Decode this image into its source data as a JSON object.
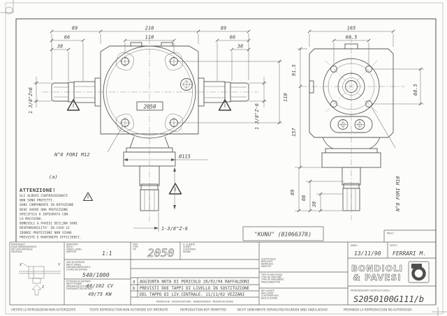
{
  "front_view": {
    "label": "2050",
    "dims": {
      "d89l": "89",
      "d210": "210",
      "d89r": "89",
      "d66l": "66",
      "d110": "110",
      "d66r": "66",
      "d38l": "38",
      "d38r": "38",
      "left_spline": "1 3/8\"Z=6",
      "right_spline": "1 3/8\"Z-6",
      "right_110": "110",
      "bottom_spline": "1-3/8\"Z-6",
      "flange_dia": "Ø115",
      "holes_note": "N°8 FORI M12"
    }
  },
  "side_view": {
    "dims": {
      "d165": "165",
      "d68_5_top": "68.5",
      "d91_5": "91.5",
      "d157": "157",
      "d89": "89",
      "d66": "66",
      "d38": "38",
      "d68_5_right": "68.5",
      "holes_note": "N°8 FORI M10"
    }
  },
  "warning": {
    "note": "(a)",
    "title": "ATTENZIONE!",
    "lines": [
      "GLI ALBERI CONTRASSEGNATI",
      "NON SONO PROTETTI.",
      "OGNI COMPONENTE IN ROTAZIONE",
      "DEVE AVERE UNA PROTEZIONE",
      "SPECIFICA O INTEGRATA CON",
      "LA MACCHINA.",
      "BONDIOLI & PAVESI DECLINA OGNI",
      "RESPONSABILITA' IN CASO LE",
      "IDONEE PROTEZIONI NON SIANO",
      "PREVISTE E MANTENUTE EFFICIENTI."
    ]
  },
  "kunu_label": "\"KUNU\" (B1066378)",
  "title_block": {
    "montaggio": {
      "lines": [
        "MONTAGGIO",
        "GEAR ARRANGEMENTS",
        "ART DER MONTAGE",
        "MONTAGE"
      ],
      "axes": {
        "x": "X",
        "y": "Y",
        "z": "Z"
      }
    },
    "rapporto": {
      "lines": [
        "RAPPORTO",
        "RATIO",
        "UBERS.-VERH.",
        "RAPPORT"
      ],
      "value": "1:1"
    },
    "giri": {
      "lines": [
        "GIRI IN ENTRATA",
        "INPUT SPEED",
        "EINGANGSDREHZAHL",
        "TOURS EN ENTREE"
      ],
      "value": "540/1000"
    },
    "potenza": {
      "lines": [
        "POTENZA IN ENTRATA",
        "INPUT POWER",
        "EINGANGSLEISTUNG",
        "PUISSANCE EN ENTREE"
      ],
      "value1": "66/102 CV",
      "value2": "49/75 KW"
    },
    "tipo": {
      "lines": [
        "TIPO",
        "TYPE",
        "TIP"
      ],
      "value": "2050"
    },
    "cliente": {
      "lines": [
        "IL CLIENTE",
        "CLIENT",
        "CUSTOMER",
        "KUNDE"
      ]
    },
    "sostituisce": {
      "lines": [
        "SOSTITUISCE",
        "REPLACES",
        "REMPLACE",
        "ERSETZT"
      ]
    },
    "macchina": {
      "lines": [
        "TIPO DI MACCHINA",
        "TYPE DE MACHINE",
        "TYPE OF IMPLEMENT",
        "MASCHINENTYPE"
      ]
    },
    "rif": {
      "lines": [
        "RIF.CLIENTE",
        "REF.CLIENT",
        "CUSTOMER REF.",
        "BEZUG KUNDE"
      ]
    },
    "revisions": {
      "a_marker": "a",
      "a_text": "AGGIUNTA NOTA DI PERICOLO 26/02/94 RAFFALDONI",
      "b_marker": "b",
      "b_text": "PREVISTI DUE TAPPI DI LIVELLO IN SOSTITUZIONE",
      "b_text2": "DEL TAPPO DI LIV.CENTRALE.  11/11/02 VEZZANI",
      "footer": "MODIFICHE - MODIFICATIONS - ANDERUNGEN - MODIFICACIONES"
    },
    "peso_label": "PESO :",
    "data_label": "DATA :",
    "data_value": "13/11/90",
    "visto_label": "VISTO :",
    "visto_value": "FERRARI M.",
    "logo_line1": "BONDIOLI",
    "logo_line2": "& PAVESI",
    "codice_label": "MONODISEGNO SCATOLA  Codice :",
    "codice_value": "S2050100G111/b"
  },
  "footer_strip": [
    "VIETATE LE RIPRODUZIONI NON AUTORIZZATE",
    "TOUTE REPRODUCTION NON AUTORISEE EST INTERDITE",
    "REPRODUCTION NOT PERMITTED",
    "NICHT GENEHMIGTE VERVIELFAELTIGUNGEN SIND UNZULAESSIG",
    "PROHIBIDA LA REPRODUCCION NO AUTORIZADA"
  ]
}
